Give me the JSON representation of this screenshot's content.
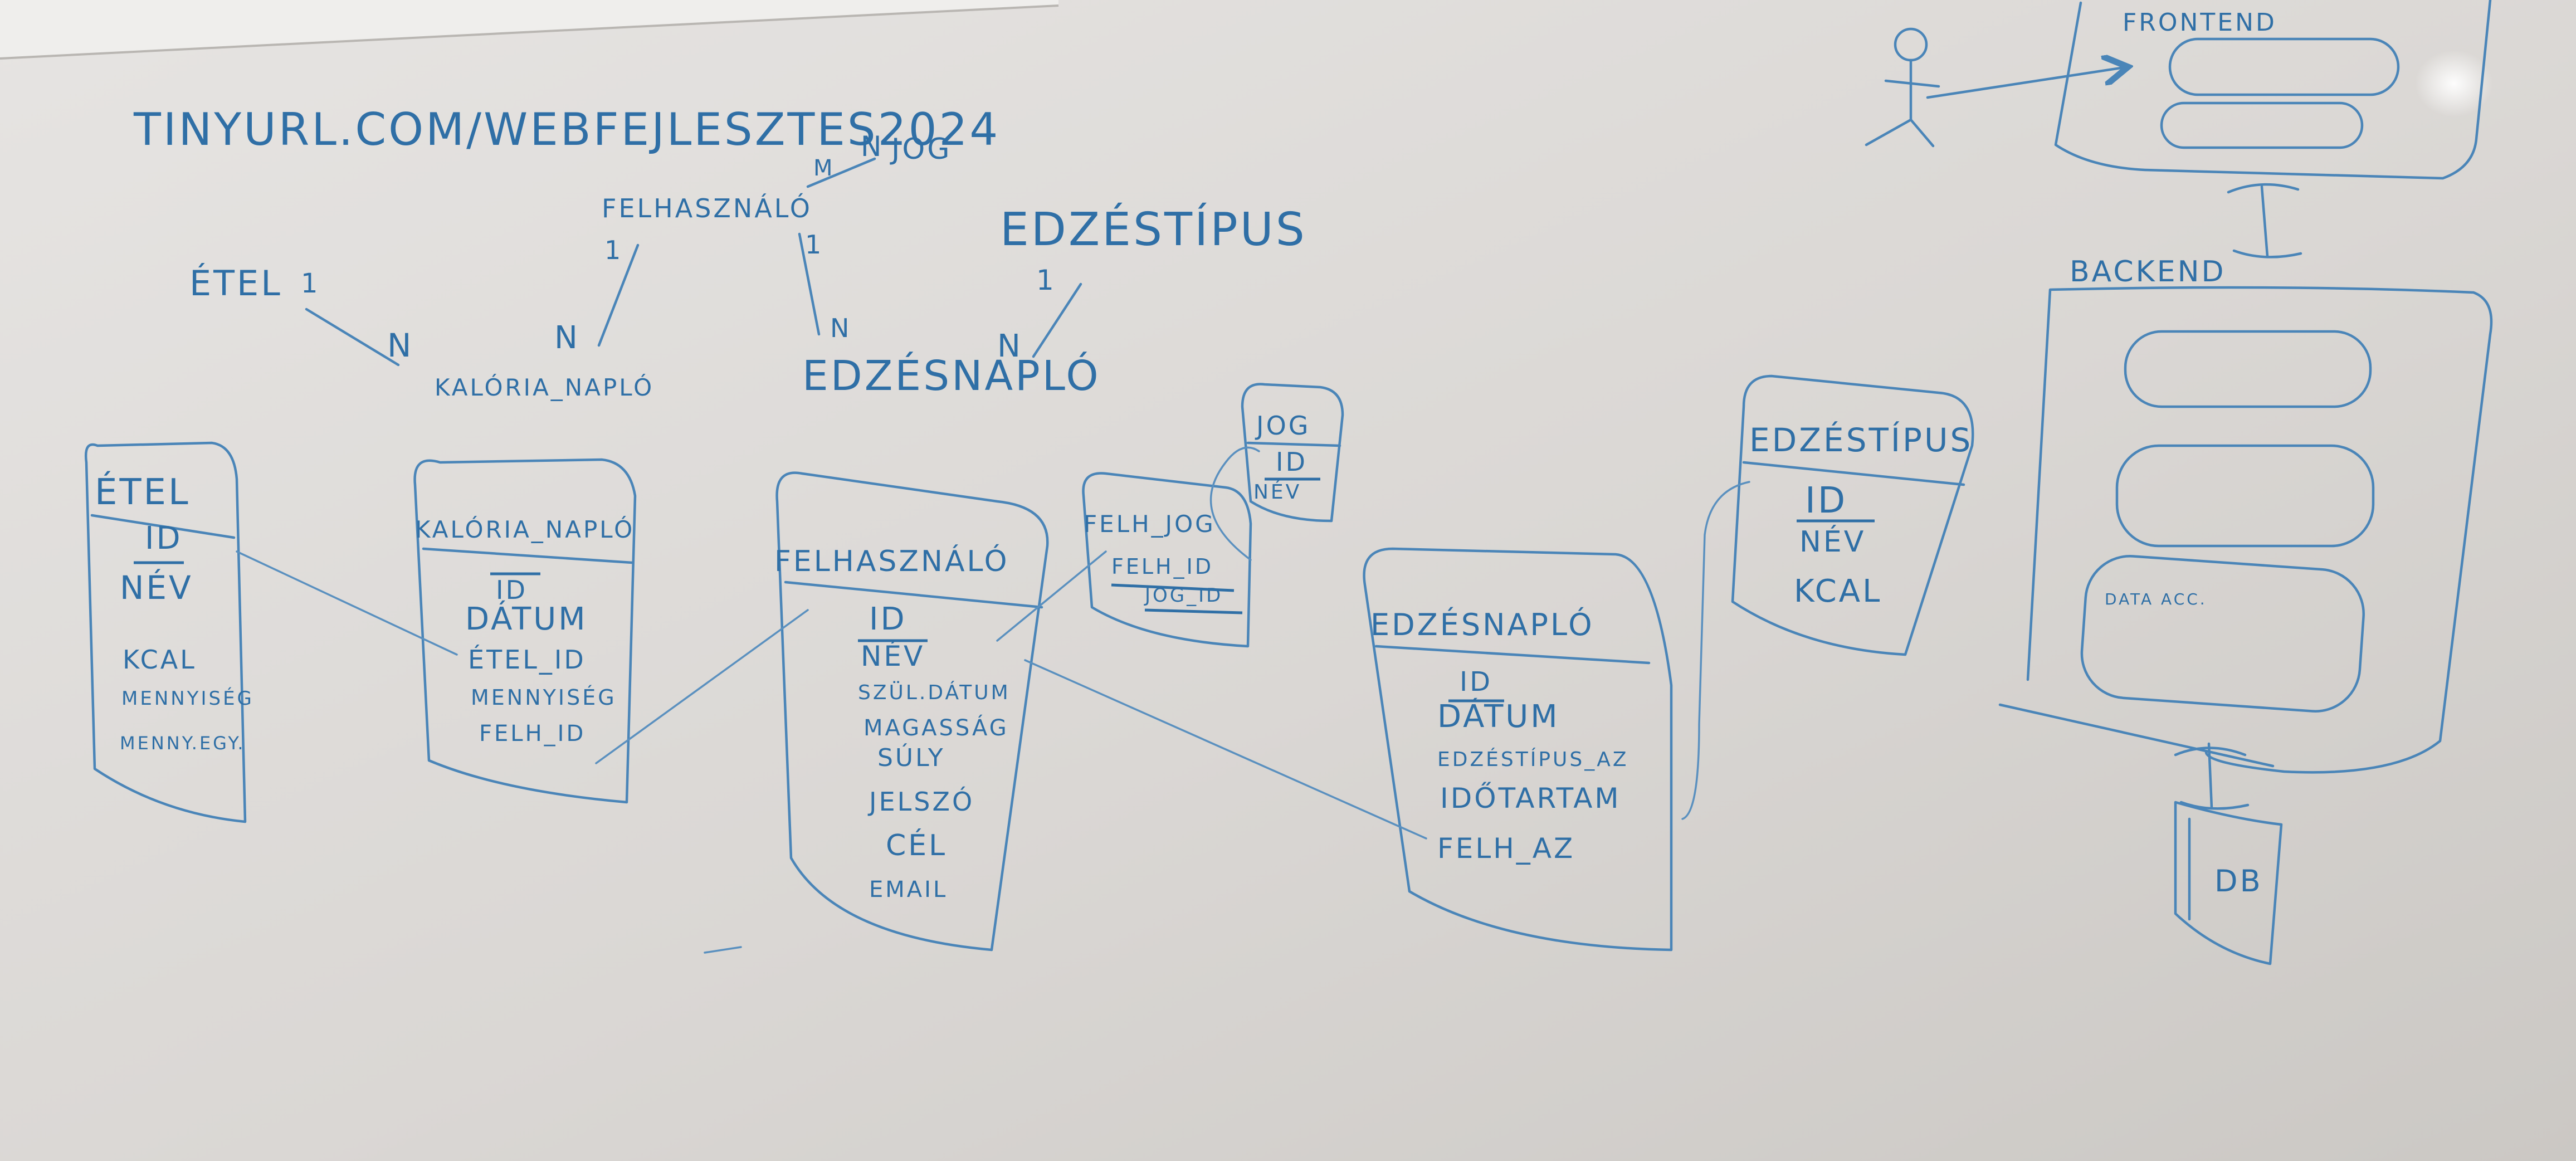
{
  "whiteboard": {
    "url": "TINYURL.COM/WEBFEJLESZTES2024",
    "er_sketch": {
      "etel": "ÉTEL",
      "felhasznalo": "FELHASZNÁLÓ",
      "jog": "JOG",
      "edzestipus": "EDZÉSTÍPUS",
      "kaloria_naplo": "KALÓRIA_NAPLÓ",
      "edzesnaplo": "EDZÉSNAPLÓ",
      "card_1": "1",
      "card_n": "N",
      "card_m": "M"
    },
    "tables": {
      "etel": {
        "title": "ÉTEL",
        "fields": [
          "ID",
          "NÉV",
          "KCAL",
          "MENNYISÉG",
          "MENNY.EGY."
        ]
      },
      "kaloria_naplo": {
        "title": "KALÓRIA_NAPLÓ",
        "fields": [
          "ID",
          "DÁTUM",
          "ÉTEL_ID",
          "MENNYISÉG",
          "FELH_ID"
        ]
      },
      "felhasznalo": {
        "title": "FELHASZNÁLÓ",
        "fields": [
          "ID",
          "NÉV",
          "SZÜL.DÁTUM",
          "MAGASSÁG",
          "SÚLY",
          "JELSZÓ",
          "CÉL",
          "EMAIL"
        ]
      },
      "jog": {
        "title": "JOG",
        "fields": [
          "ID",
          "NÉV"
        ]
      },
      "felh_jog": {
        "title": "FELH_JOG",
        "fields": [
          "FELH_ID",
          "JOG_ID"
        ]
      },
      "edzesnaplo": {
        "title": "EDZÉSNAPLÓ",
        "fields": [
          "ID",
          "DÁTUM",
          "EDZÉSTÍPUS_AZ",
          "IDŐTARTAM",
          "FELH_AZ"
        ]
      },
      "edzestipus": {
        "title": "EDZÉSTÍPUS",
        "fields": [
          "ID",
          "NÉV",
          "KCAL"
        ]
      }
    },
    "architecture": {
      "frontend": "FRONTEND",
      "backend": "BACKEND",
      "data_acc": "DATA ACC.",
      "db": "DB"
    },
    "colors": {
      "ink": "#2f6fa6",
      "board": "#d8d5d2"
    }
  }
}
